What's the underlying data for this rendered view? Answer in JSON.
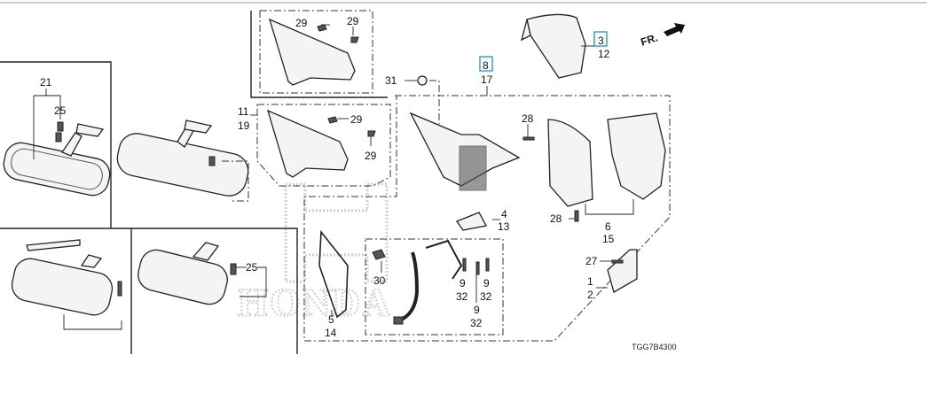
{
  "diagram": {
    "diagram_code": "TGG7B4300",
    "direction_label": "FR.",
    "watermark_brand": "HONDA",
    "highlight_color": "#3fa9d8",
    "callouts": {
      "c29a": "29",
      "c29b": "29",
      "c29c": "29",
      "c29d": "29",
      "c21": "21",
      "c25a": "25",
      "c25b": "25",
      "c11": "11",
      "c19": "19",
      "c31": "31",
      "c8": "8",
      "c17": "17",
      "c3": "3",
      "c12": "12",
      "c28a": "28",
      "c28b": "28",
      "c4": "4",
      "c13": "13",
      "c6": "6",
      "c15": "15",
      "c27": "27",
      "c1": "1",
      "c2": "2",
      "c30": "30",
      "c5": "5",
      "c14": "14",
      "c9a": "9",
      "c32a": "32",
      "c9b": "9",
      "c32b": "32",
      "c9c": "9",
      "c32c": "32"
    }
  }
}
